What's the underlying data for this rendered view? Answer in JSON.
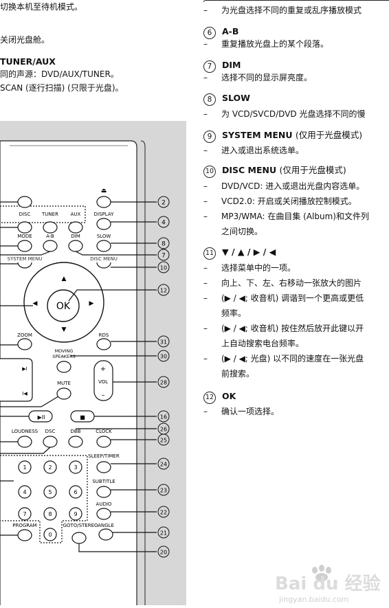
{
  "left_text": {
    "line1": "切换本机至待机模式。",
    "line2": "关闭光盘舱。",
    "heading_tuner_aux": "TUNER/AUX",
    "line3": "同的声源：DVD/AUX/TUNER。",
    "line4": "SCAN (逐行扫描) (只限于光盘)。"
  },
  "right_text": {
    "top_desc": "为光盘选择不同的重复或乱序播放模式",
    "sections": [
      {
        "num": "6",
        "title": "A-B",
        "sub": "",
        "lines": [
          "重复播放光盘上的某个段落。"
        ]
      },
      {
        "num": "7",
        "title": "DIM",
        "sub": "",
        "lines": [
          "选择不同的显示屏亮度。"
        ]
      },
      {
        "num": "8",
        "title": "SLOW",
        "sub": "",
        "lines": [
          "为 VCD/SVCD/DVD 光盘选择不同的慢"
        ]
      },
      {
        "num": "9",
        "title": "SYSTEM MENU",
        "sub": "(仅用于光盘模式)",
        "lines": [
          "进入或退出系统选单。"
        ]
      },
      {
        "num": "10",
        "title": "DISC MENU",
        "sub": "(仅用于光盘模式)",
        "lines": [
          "DVD/VCD:  进入或退出光盘内容选单。",
          "VCD2.0:  开启或关闭播放控制模式。",
          "MP3/WMA:  在曲目集 (Album)和文件列",
          "之间切换。"
        ]
      },
      {
        "num": "11",
        "title": "▼ / ▲ / ▶ / ◀",
        "sub": "",
        "lines": [
          "选择菜单中的一项。",
          "向上、下、左、右移动一张放大的图片",
          "(▶ / ◀; 收音机) 调谐到一个更高或更低",
          "频率。",
          "(▶ / ◀; 收音机) 按住然后放开此键以开",
          "上自动搜索电台频率。",
          "(▶ / ◀; 光盘) 以不同的速度在一张光盘",
          "前搜索。"
        ]
      },
      {
        "num": "12",
        "title": "OK",
        "sub": "",
        "lines": [
          "确认一项选择。"
        ]
      }
    ]
  },
  "remote": {
    "labels": {
      "disc": "DISC",
      "tuner": "TUNER",
      "aux": "AUX",
      "display": "DISPLAY",
      "mode": "MODE",
      "ab": "A-B",
      "dim": "DIM",
      "slow": "SLOW",
      "system_menu": "SYSTEM MENU",
      "disc_menu": "DISC MENU",
      "ok": "OK",
      "zoom": "ZOOM",
      "rds": "RDS",
      "moving_speakers_1": "MOVING",
      "moving_speakers_2": "SPEAKERS",
      "vol": "VOL",
      "mute": "MUTE",
      "loudness": "LOUDNESS",
      "dsc": "DSC",
      "dbb": "DBB",
      "clock": "CLOCK",
      "sleep_timer": "SLEEP/TIMER",
      "subtitle": "SUBTITLE",
      "audio": "AUDIO",
      "program": "PROGRAM",
      "goto_stereo": "GOTO/STEREO",
      "angle": "ANGLE",
      "eject_symbol": "⏏",
      "play_pause_symbol": "▶II",
      "stop_symbol": "■",
      "next_symbol": "▶I",
      "prev_symbol": "I◀",
      "plus": "+",
      "minus": "–",
      "up": "▲",
      "down": "▼",
      "left": "◀",
      "right": "▶"
    },
    "digits": [
      "1",
      "2",
      "3",
      "4",
      "5",
      "6",
      "7",
      "8",
      "9",
      "0"
    ],
    "callouts": [
      "2",
      "4",
      "8",
      "7",
      "10",
      "12",
      "31",
      "30",
      "28",
      "16",
      "26",
      "25",
      "24",
      "23",
      "22",
      "21",
      "20"
    ]
  },
  "watermark": {
    "brand": "Bai du 经验",
    "url": "jingyan.baidu.com"
  }
}
